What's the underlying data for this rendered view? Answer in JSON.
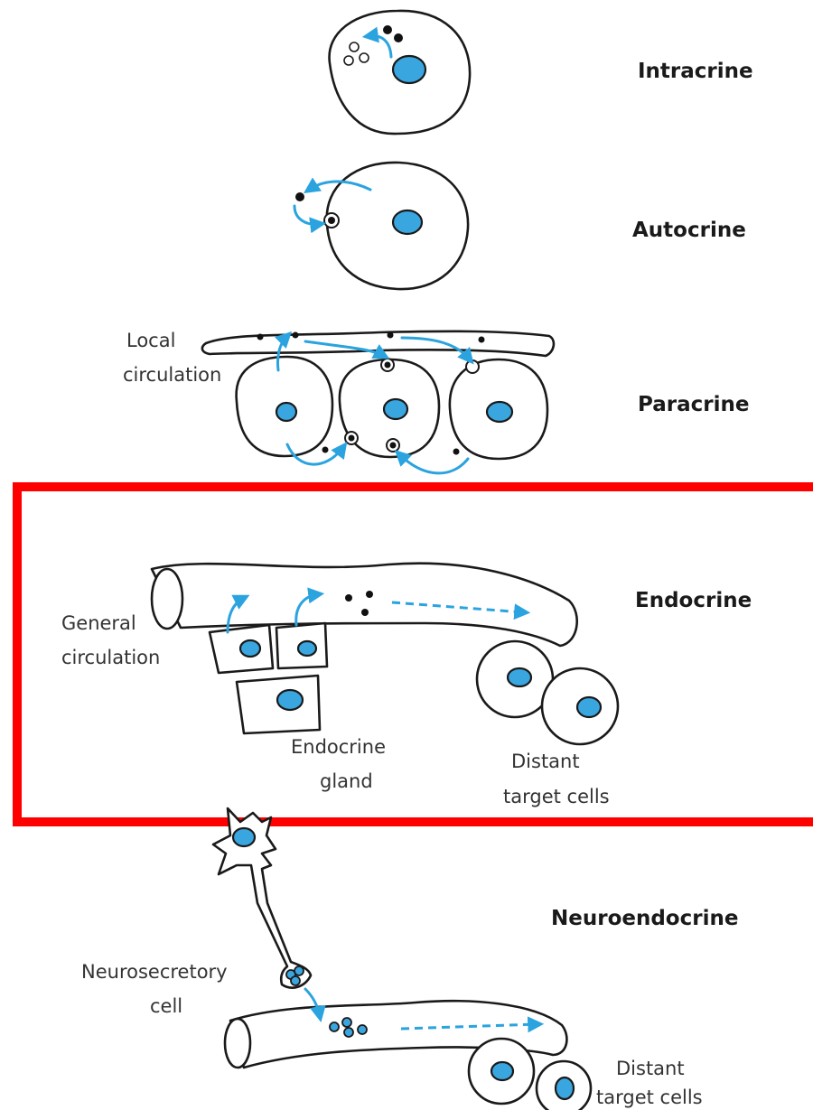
{
  "panels": {
    "intracrine": {
      "title": "Intracrine"
    },
    "autocrine": {
      "title": "Autocrine"
    },
    "paracrine": {
      "title": "Paracrine",
      "circulation_line1": "Local",
      "circulation_line2": "circulation"
    },
    "endocrine": {
      "title": "Endocrine",
      "circulation_line1": "General",
      "circulation_line2": "circulation",
      "gland_line1": "Endocrine",
      "gland_line2": "gland",
      "targets_line1": "Distant",
      "targets_line2": "target cells"
    },
    "neuroendocrine": {
      "title": "Neuroendocrine",
      "cell_line1": "Neurosecretory",
      "cell_line2": "cell",
      "targets_line1": "Distant",
      "targets_line2": "target cells"
    }
  },
  "highlight_color": "#ff0000",
  "signal_color": "#2aa3df",
  "nucleus_color": "#3aa6e0"
}
